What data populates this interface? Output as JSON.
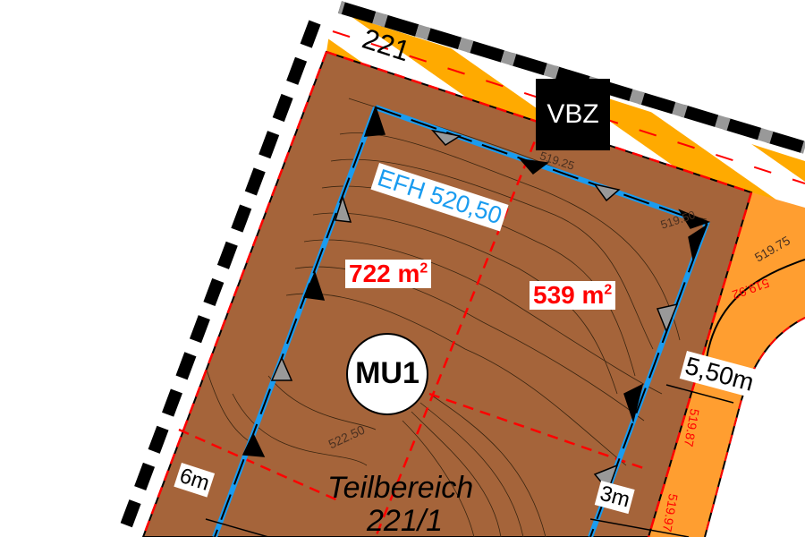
{
  "map": {
    "parcel_number": "221",
    "zone_vbz": "VBZ",
    "efh_label": "EFH 520,50",
    "area_left": "722 m",
    "area_right": "539 m",
    "area_sup": "2",
    "zone_mu1": "MU1",
    "subarea_label": "Teilbereich",
    "subarea_number": "221/1",
    "dimensions": {
      "road_width": "5,50m",
      "setback_left": "6m",
      "setback_right": "3m"
    },
    "contour_labels": [
      "519.25",
      "519.50",
      "519.75",
      "522.50"
    ],
    "road_heights": [
      "519.92",
      "519.87",
      "519.97"
    ],
    "colors": {
      "parcel": "#a5643a",
      "road": "#ff9e30",
      "traffic_zone": "#ffaa00",
      "building_line": "#1a9cf0",
      "boundary": "#ff0000",
      "area_text": "#ff0000"
    }
  }
}
